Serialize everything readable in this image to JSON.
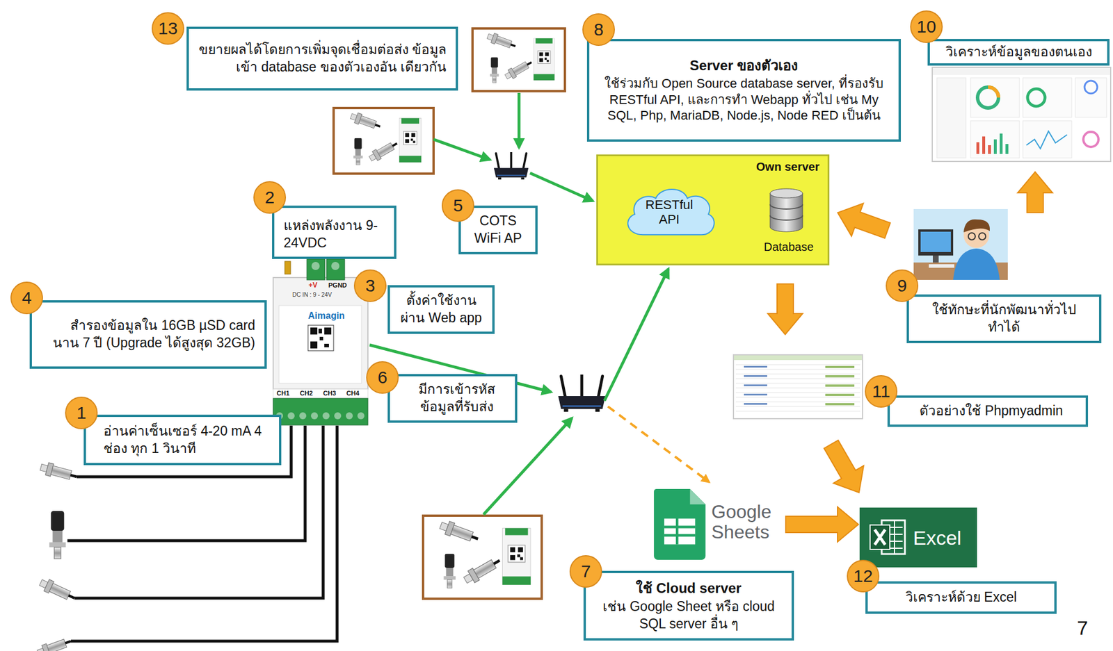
{
  "diagram": {
    "nodes": [
      {
        "text": [
          "ขยายผลได้โดยการเพิ่มจุดเชื่อมต่อส่ง ข้อมูลเข้า database ของตัวเองอัน เดียวกัน"
        ]
      },
      {
        "text": [
          "Server ของตัวเอง",
          "ใช้ร่วมกับ Open Source database server, ที่รองรับ RESTful API, และการทำ Webapp ทั่วไป เช่น My SQL, Php, MariaDB, Node.js, Node RED เป็นต้น"
        ]
      },
      {
        "text": [
          "วิเคราะห์ข้อมูลของตนเอง"
        ]
      },
      {
        "text": [
          "Own server"
        ]
      },
      {
        "text": [
          "RESTful API"
        ],
        "in": 3
      },
      {
        "text": [
          "Database"
        ],
        "in": 3
      },
      {
        "text": [
          "แหล่งพลังงาน 9-24VDC"
        ]
      },
      {
        "text": [
          "COTS WiFi AP"
        ]
      },
      {
        "text": [
          "ตั้งค่าใช้งาน ผ่าน Web app"
        ]
      },
      {
        "text": [
          "สำรองข้อมูลใน 16GB µSD card นาน 7 ปี (Upgrade ได้สูงสุด 32GB)"
        ]
      },
      {
        "text": [
          "มีการเข้ารหัส ข้อมูลที่รับส่ง"
        ]
      },
      {
        "text": [
          "อ่านค่าเซ็นเซอร์ 4-20 mA 4 ช่อง ทุก 1 วินาที"
        ]
      },
      {
        "text": [
          "ใช้ทักษะที่นักพัฒนาทั่วไป ทำได้"
        ]
      },
      {
        "text": [
          "ตัวอย่างใช้ Phpmyadmin"
        ]
      },
      {
        "text": [
          "Google Sheets"
        ]
      },
      {
        "text": [
          "Excel"
        ]
      },
      {
        "text": [
          "ใช้ Cloud server",
          "เช่น Google Sheet หรือ cloud SQL server อื่น ๆ"
        ]
      },
      {
        "text": [
          "วิเคราะห์ด้วย Excel"
        ]
      }
    ],
    "edges": [
      {
        "from": 4,
        "to": 5,
        "arrow": "to"
      },
      {
        "from": 14,
        "to": 15,
        "arrow": "to"
      }
    ],
    "labels": [
      "13",
      "8",
      "10",
      "2",
      "5",
      "3",
      "4",
      "6",
      "1",
      "9",
      "11",
      "7",
      "12",
      "7",
      "+V",
      "PGND",
      "DC IN : 9 - 24V",
      "Aimagin",
      "CH1",
      "CH2",
      "CH3",
      "CH4"
    ]
  }
}
